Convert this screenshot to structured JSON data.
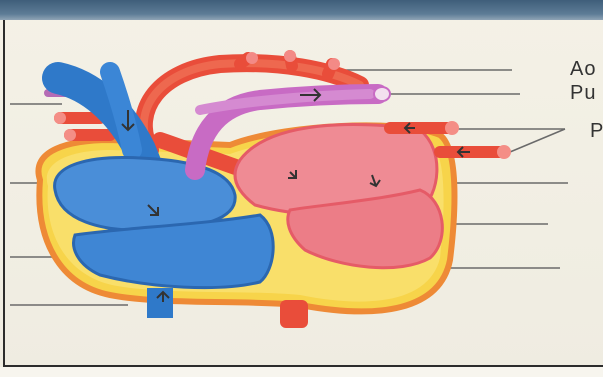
{
  "labels": {
    "aorta": "Ao",
    "pulmonary": "Pu",
    "veins": "P"
  },
  "colors": {
    "deoxygenated": "#2f79c9",
    "oxygenated": "#e8707a",
    "muscle": "#f7d44a",
    "vessel_red": "#e94d3a",
    "pulmonary_artery": "#c86bc4",
    "label_line": "#6a6a6a"
  }
}
